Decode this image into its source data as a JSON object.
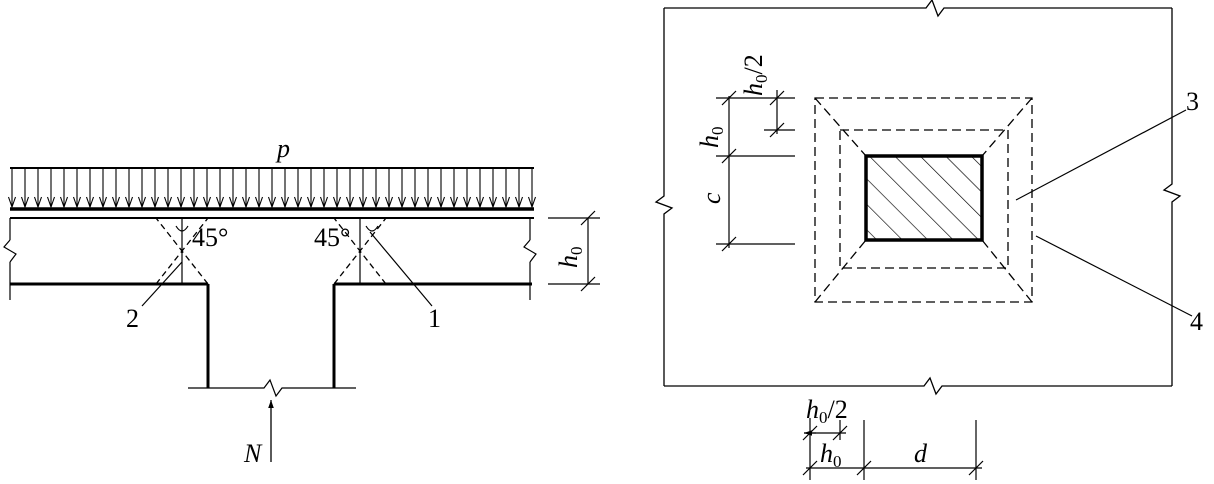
{
  "left_figure": {
    "load_label": "p",
    "angle_left": "45°",
    "angle_right": "45°",
    "height_dim": {
      "symbol": "h",
      "subscript": "0"
    },
    "callout_1": "1",
    "callout_2": "2",
    "axial_force": "N"
  },
  "right_figure": {
    "callout_3": "3",
    "callout_4": "4",
    "dim_h0_half_top": {
      "symbol": "h",
      "subscript": "0",
      "suffix": "/2"
    },
    "dim_h0_left": {
      "symbol": "h",
      "subscript": "0"
    },
    "dim_c": "c",
    "dim_h0_half_bottom": {
      "symbol": "h",
      "subscript": "0",
      "suffix": "/2"
    },
    "dim_h0_bottom": {
      "symbol": "h",
      "subscript": "0"
    },
    "dim_d": "d"
  }
}
